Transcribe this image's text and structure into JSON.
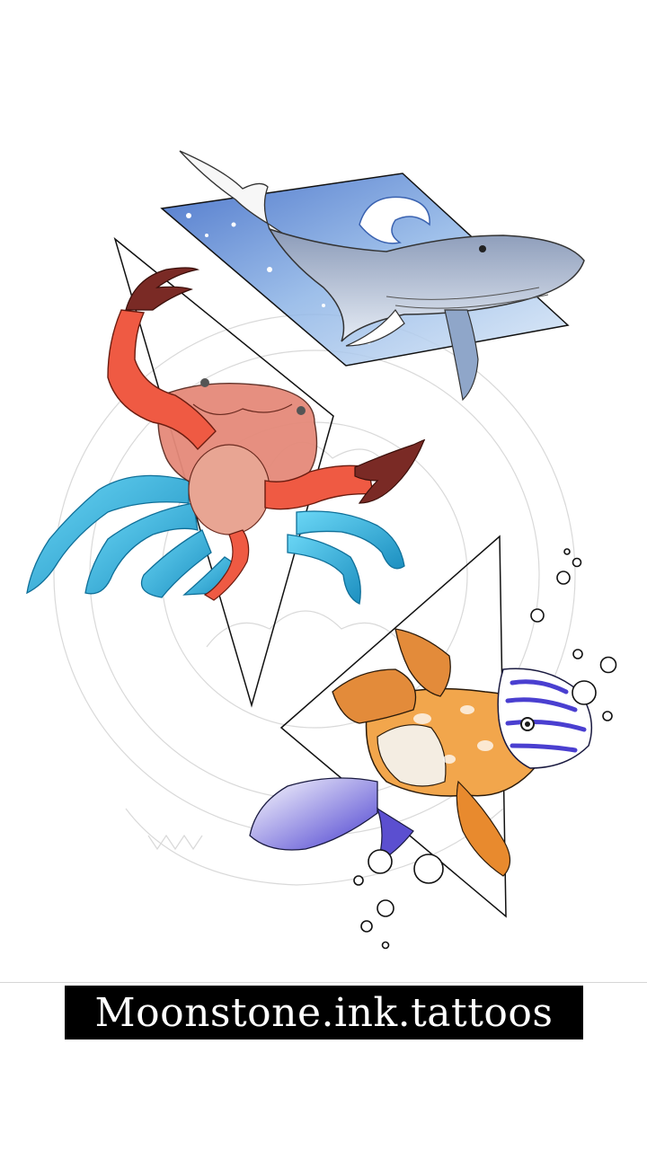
{
  "brand": {
    "banner_text": "Moonstone.ink.tattoos"
  },
  "artwork": {
    "icons": [
      "whale-illustration",
      "crab-illustration",
      "mandarin-fish-illustration",
      "mandala-watermark"
    ],
    "colors": {
      "banner_bg": "#000000",
      "banner_text": "#ffffff",
      "whale_water": "#6f9fd8",
      "crab_red": "#e9533f",
      "crab_legs": "#3cb8e0",
      "fish_orange": "#e88a2e",
      "fish_purple": "#5b4fd0"
    }
  }
}
